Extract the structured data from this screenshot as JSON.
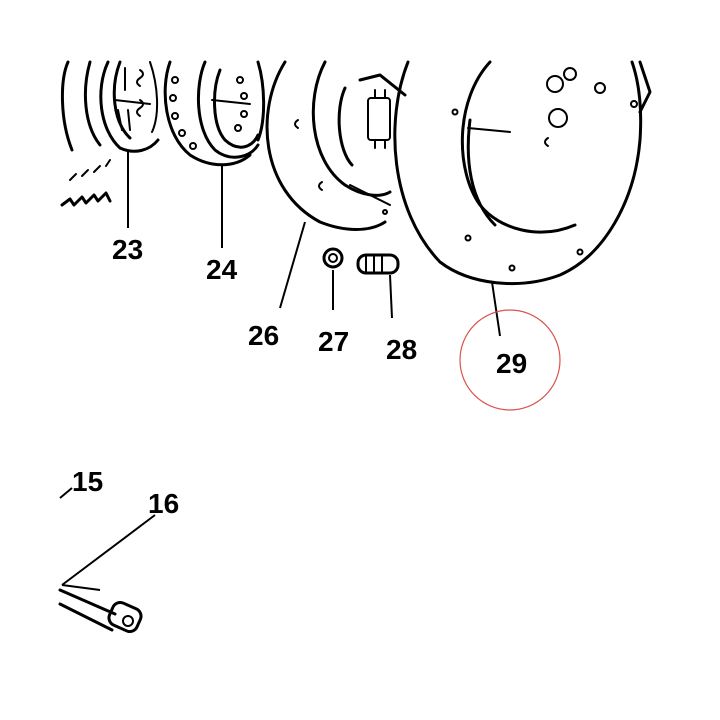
{
  "labels": {
    "p23": "23",
    "p24": "24",
    "p26": "26",
    "p27": "27",
    "p28": "28",
    "p29": "29",
    "p15": "15",
    "p16": "16"
  },
  "highlight": {
    "target": "29",
    "color": "#d9534f"
  },
  "colors": {
    "ink": "#000000",
    "background": "#ffffff"
  }
}
